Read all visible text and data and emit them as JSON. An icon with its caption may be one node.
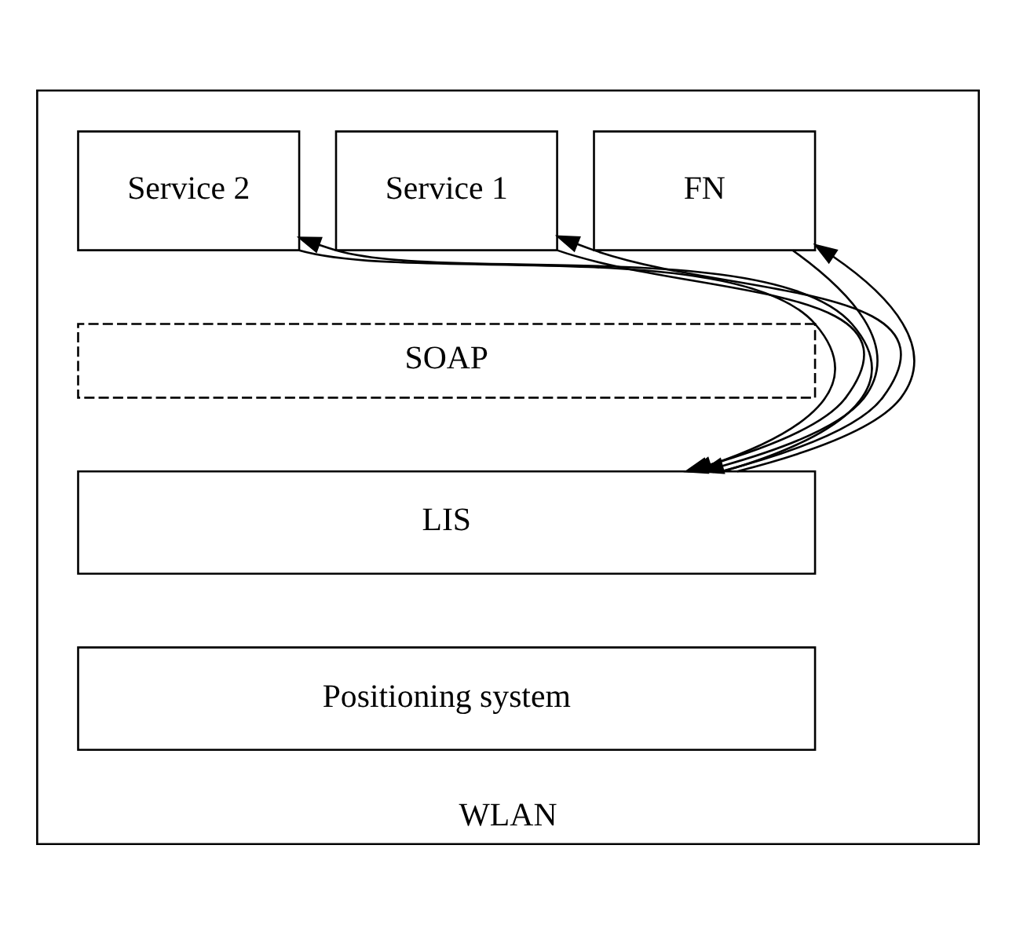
{
  "diagram": {
    "nodes": [
      {
        "text": [
          "WLAN"
        ]
      },
      {
        "text": [
          "FN"
        ],
        "in": 0
      },
      {
        "text": [
          "Service 1"
        ],
        "in": 0
      },
      {
        "text": [
          "Service 2"
        ],
        "in": 0
      },
      {
        "text": [
          "SOAP"
        ],
        "in": 0
      },
      {
        "text": [
          "LIS"
        ],
        "in": 0
      },
      {
        "text": [
          "Positioning system"
        ],
        "in": 0
      }
    ],
    "edges": [
      {
        "from": 5,
        "to": 1,
        "arrow": "to"
      },
      {
        "from": 1,
        "to": 5,
        "arrow": "to"
      },
      {
        "from": 2,
        "to": 5,
        "arrow": "to"
      },
      {
        "from": 5,
        "to": 2,
        "arrow": "to"
      },
      {
        "from": 3,
        "to": 5,
        "arrow": "to"
      },
      {
        "from": 5,
        "to": 3,
        "arrow": "to"
      }
    ]
  }
}
